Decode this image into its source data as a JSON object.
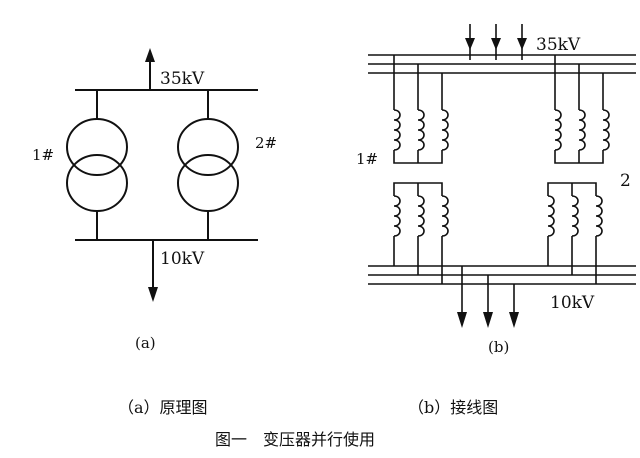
{
  "panel_a": {
    "hv_label": "35kV",
    "lv_label": "10kV",
    "t1_label": "1#",
    "t2_label": "2#",
    "panel_label": "(a)"
  },
  "panel_b": {
    "hv_label": "35kV",
    "lv_label": "10kV",
    "t1_label": "1#",
    "t2_label": "2",
    "panel_label": "(b)"
  },
  "captions": {
    "a": "（a）原理图",
    "b": "（b）接线图",
    "figure": "图一　变压器并行使用"
  }
}
